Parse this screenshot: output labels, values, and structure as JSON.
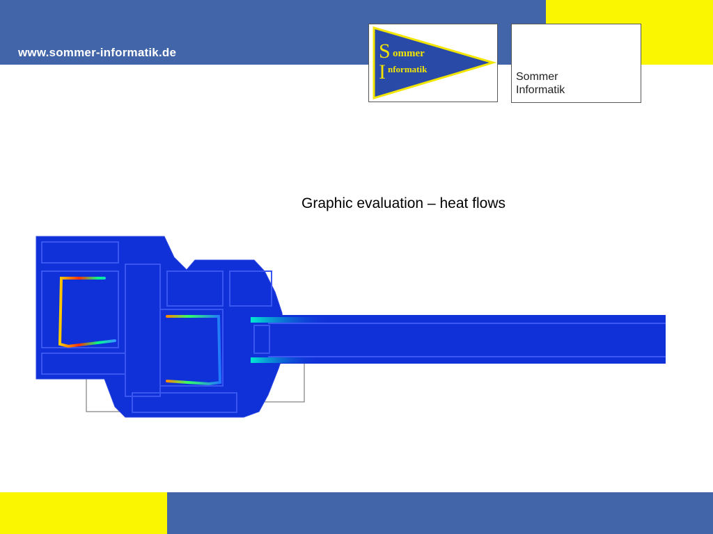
{
  "header": {
    "url": "www.sommer-informatik.de",
    "logo_word1": "ommer",
    "logo_word2": "nformatik",
    "logo_initial1": "S",
    "logo_initial2": "I",
    "company_line1": "Sommer",
    "company_line2": "Informatik"
  },
  "main": {
    "caption": "Graphic evaluation – heat flows"
  },
  "colors": {
    "brand_blue": "#4264a8",
    "brand_yellow": "#faf500",
    "logo_blue": "#2a4aa8",
    "heat_base": "#1030d8"
  }
}
